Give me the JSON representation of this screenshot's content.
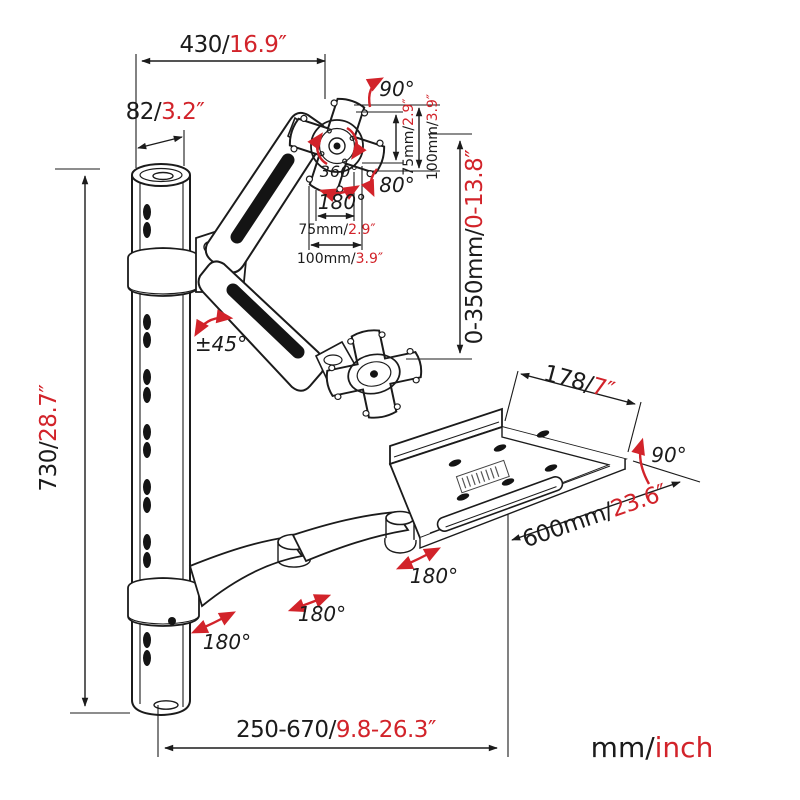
{
  "colors": {
    "line": "#1b1b1b",
    "accent": "#d2232a",
    "background": "#ffffff"
  },
  "unit_legend": {
    "metric": "mm/",
    "imperial": "inch"
  },
  "dimensions": {
    "overall_width": {
      "mm": "430/",
      "inch": "16.9″"
    },
    "column_depth": {
      "mm": "82/",
      "inch": "3.2″"
    },
    "column_height": {
      "mm": "730/",
      "inch": "28.7″"
    },
    "vesa_vertical_75": {
      "mm": "75mm/",
      "inch": "2.9″"
    },
    "vesa_vertical_100": {
      "mm": "100mm/",
      "inch": "3.9″"
    },
    "vesa_horizontal_75": {
      "mm": "75mm/",
      "inch": "2.9″"
    },
    "vesa_horizontal_100": {
      "mm": "100mm/",
      "inch": "3.9″"
    },
    "height_adjustment": {
      "mm": "0-350mm/",
      "inch": "0-13.8″"
    },
    "tray_depth": {
      "mm": "178/",
      "inch": "7″"
    },
    "tray_width": {
      "mm": "600mm/",
      "inch": "23.6″"
    },
    "arm_extension": {
      "mm": "250-670/",
      "inch": "9.8-26.3″"
    }
  },
  "angles": {
    "monitor_tilt_up": "90°",
    "monitor_rotation": "360°",
    "monitor_tilt_down": "80°",
    "monitor_swivel": "180°",
    "spring_arm_lift": "±45°",
    "tray_fold": "90°",
    "arm_joint_1": "180°",
    "arm_joint_2": "180°",
    "arm_joint_3": "180°"
  }
}
